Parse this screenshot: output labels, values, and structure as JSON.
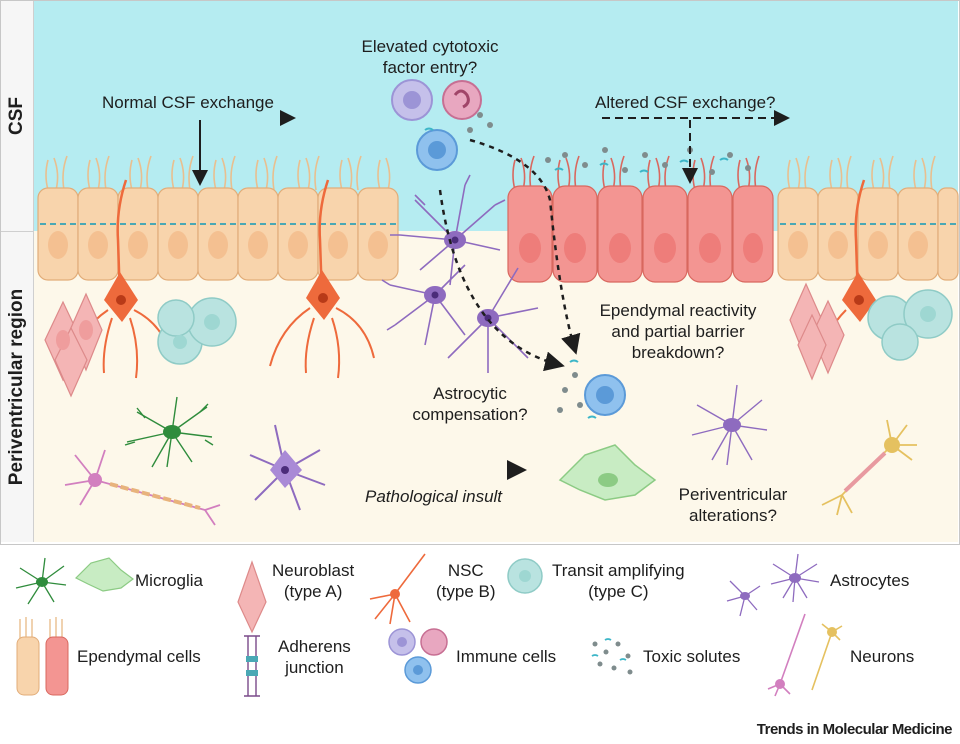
{
  "regions": {
    "csf": "CSF",
    "periventricular": "Periventricular region"
  },
  "annotations": {
    "normal_csf_exchange": "Normal CSF exchange",
    "elevated_entry_line1": "Elevated cytotoxic",
    "elevated_entry_line2": "factor entry?",
    "altered_csf_exchange": "Altered CSF exchange?",
    "ependymal_reactivity_line1": "Ependymal reactivity",
    "ependymal_reactivity_line2": "and partial barrier",
    "ependymal_reactivity_line3": "breakdown?",
    "astrocytic_line1": "Astrocytic",
    "astrocytic_line2": "compensation?",
    "pathological_insult": "Pathological insult",
    "periventricular_alt_line1": "Periventricular",
    "periventricular_alt_line2": "alterations?"
  },
  "legend": {
    "microglia": "Microglia",
    "neuroblast_line1": "Neuroblast",
    "neuroblast_line2": "(type A)",
    "nsc_line1": "NSC",
    "nsc_line2": "(type B)",
    "transit_line1": "Transit amplifying",
    "transit_line2": "(type C)",
    "astrocytes": "Astrocytes",
    "ependymal": "Ependymal cells",
    "adherens_line1": "Adherens",
    "adherens_line2": "junction",
    "immune": "Immune cells",
    "toxic": "Toxic solutes",
    "neurons": "Neurons"
  },
  "credit": "Trends in Molecular Medicine",
  "colors": {
    "csf_bg": "#b5ecf1",
    "tissue_bg": "#fdf8ea",
    "ependymal_normal": "#f8d4ac",
    "ependymal_reactive": "#f39592",
    "nsc": "#ee6a3c",
    "neuroblast": "#f4b5b5",
    "transit": "#b9e3e0",
    "astrocyte": "#8e6bbf",
    "microglia": "#2f8c3c",
    "immune_blue": "#7ab6ea",
    "border": "#bdbdbd"
  }
}
